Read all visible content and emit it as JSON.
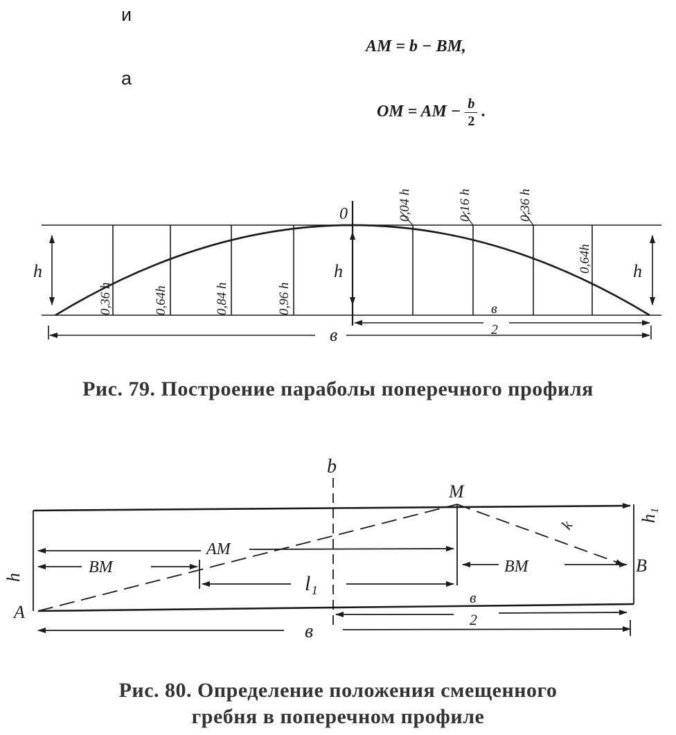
{
  "text": {
    "conj_i": "и",
    "conj_a": "а",
    "eq1_lhs": "AM",
    "eq1_rhs": "= b − BM,",
    "eq2_lhs": "OM",
    "eq2_mid": "= AM −",
    "eq2_num": "b",
    "eq2_den": "2",
    "eq2_end": "."
  },
  "fig79": {
    "caption": "Рис. 79. Построение параболы поперечного профиля",
    "label_o": "0",
    "label_h_left": "h",
    "label_h_center": "h",
    "label_h_right": "h",
    "label_b": "в",
    "label_half_num": "в",
    "label_half_den": "2",
    "ordinates_left": [
      "0,36 h",
      "0,64h",
      "0,84 h",
      "0,96 h"
    ],
    "ordinates_right": [
      "0,04 h",
      "0,16 h",
      "0,36 h",
      "0,64h"
    ]
  },
  "fig80": {
    "caption_line1": "Рис. 80. Определение положения смещенного",
    "caption_line2": "гребня в поперечном профиле",
    "label_b_top": "b",
    "label_m": "M",
    "label_h1_right": "h₁",
    "label_h1_left": "h",
    "label_a": "A",
    "label_b_right": "B",
    "label_am": "AM",
    "label_bm_left": "BM",
    "label_bm_right": "BM",
    "label_l1": "l₁",
    "label_k": "k",
    "label_half_num": "в",
    "label_half_den": "2",
    "label_b_bottom": "в"
  }
}
